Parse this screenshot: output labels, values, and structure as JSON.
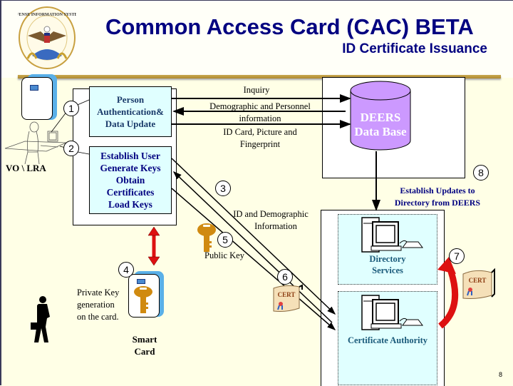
{
  "header": {
    "title": "Common Access Card (CAC) BETA",
    "subtitle": "ID Certificate Issuance",
    "logo": "disa-seal-icon",
    "logo_ring_text": "DEFENSE INFORMATION SYSTEMS AGENCY"
  },
  "operator": {
    "label": "VO \\ LRA"
  },
  "steps": {
    "s1": "1",
    "s2": "2",
    "s3": "3",
    "s4": "4",
    "s5": "5",
    "s6": "6",
    "s7": "7",
    "s8": "8"
  },
  "boxes": {
    "person_auth": [
      "Person",
      "Authentication&",
      "Data Update"
    ],
    "establish_user": [
      "Establish User",
      "Generate Keys",
      "Obtain",
      "Certificates",
      "Load Keys"
    ]
  },
  "flows": {
    "inquiry": "Inquiry",
    "demographic": [
      "Demographic and Personnel",
      "information"
    ],
    "id_card": [
      "ID Card, Picture and",
      "Fingerprint"
    ],
    "id_demographic": [
      "ID and Demographic",
      "Information"
    ],
    "public_key": "Public Key",
    "private_key": [
      "Private Key",
      "generation",
      "on the card."
    ],
    "establish_updates": [
      "Establish Updates to",
      "Directory from DEERS"
    ]
  },
  "database": {
    "label": [
      "DEERS",
      "Data Base"
    ],
    "color": "#cc99ff"
  },
  "services": {
    "directory": [
      "Directory",
      "Services"
    ],
    "ca": "Certificate Authority"
  },
  "cert": {
    "label": "CERT"
  },
  "smart_card": {
    "label": [
      "Smart",
      "Card"
    ]
  },
  "colors": {
    "title": "#000080",
    "arrow_red": "#dd1111",
    "box_fill": "#e0ffff",
    "background": "#ffffe6"
  },
  "footer": {
    "page_number": "8"
  }
}
